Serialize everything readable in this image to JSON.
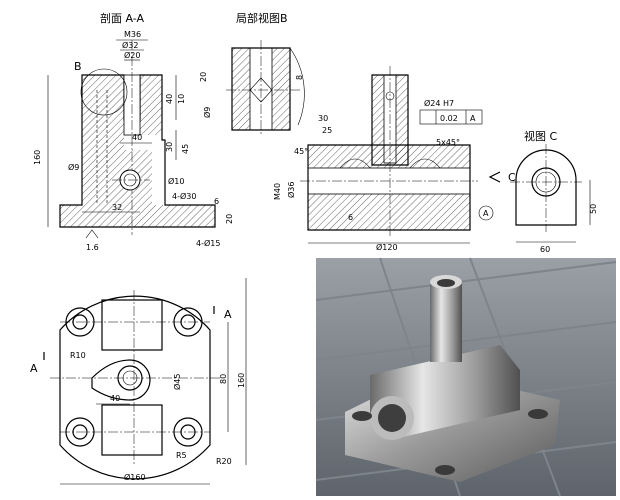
{
  "views": {
    "section_title": "剖面 A-A",
    "detail_title": "局部视图B",
    "view_c_title": "视图 C",
    "label_b": "B",
    "label_a_left": "A",
    "label_a_right": "A",
    "label_c": "C",
    "label_a_circle": "A"
  },
  "section_dims": {
    "m36": "M36",
    "d32": "Ø32",
    "d20": "Ø20",
    "h40": "40",
    "h10": "10",
    "h30": "30",
    "h45": "45",
    "w40": "40",
    "d9": "Ø9",
    "d10": "Ø10",
    "d30": "Ø30",
    "w32": "32",
    "hole4": "4-Ø30",
    "h6": "6",
    "h20": "20",
    "h160": "160",
    "holes4d15": "4-Ø15",
    "roughness": "1.6"
  },
  "detail_dims": {
    "h20": "20",
    "d9": "Ø9",
    "h8": "8"
  },
  "main_section_dims": {
    "h30": "30",
    "h25": "25",
    "ang45": "45°",
    "d24h7": "Ø24 H7",
    "tol": "0.02",
    "datum": "A",
    "chamfer": "5x45°",
    "m40": "M40",
    "d36": "Ø36",
    "h6": "6",
    "d120": "Ø120"
  },
  "view_c_dims": {
    "h50": "50",
    "w60": "60"
  },
  "plan_dims": {
    "r10": "R10",
    "d45": "Ø45",
    "h80": "80",
    "h160": "160",
    "w40": "40",
    "d160": "Ø160",
    "r5": "R5",
    "r20": "R20"
  },
  "render_caption": ""
}
